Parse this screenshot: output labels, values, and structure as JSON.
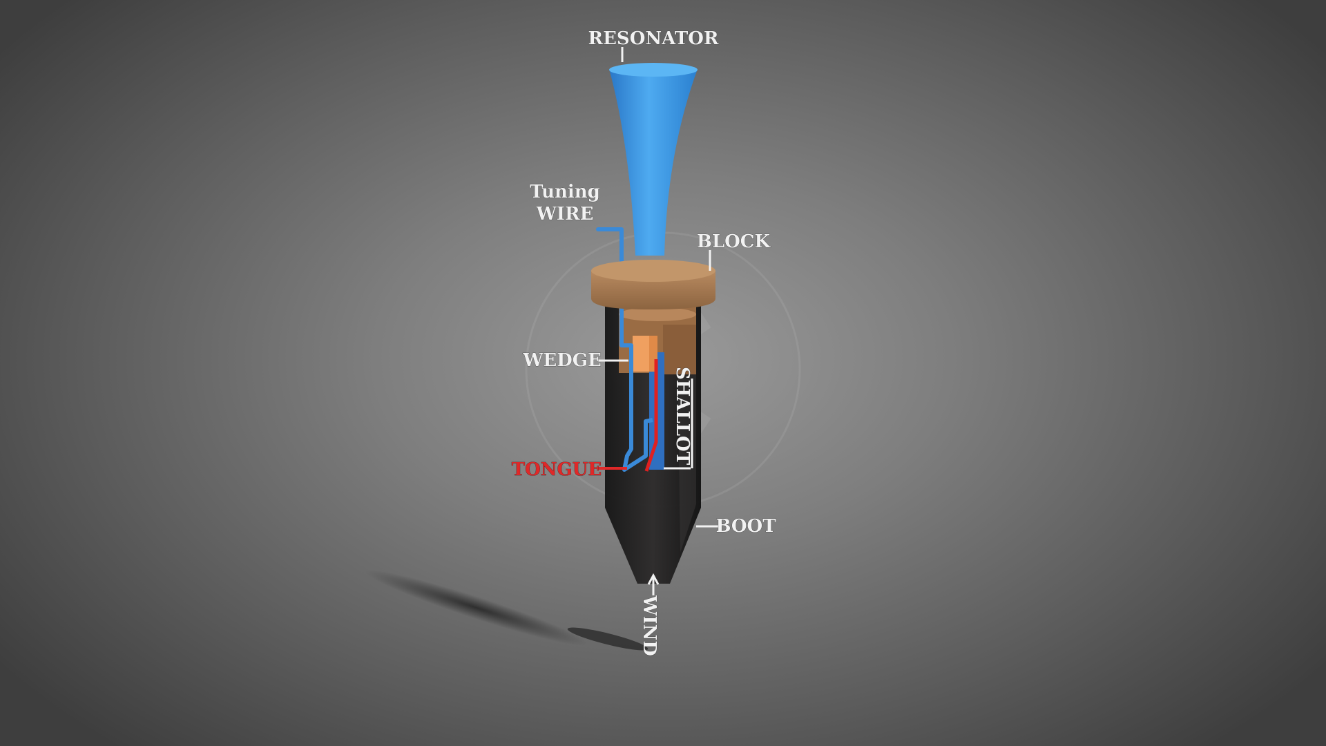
{
  "diagram": {
    "labels": {
      "resonator": "RESONATOR",
      "tuning_line1": "Tuning",
      "tuning_line2": "WIRE",
      "block": "BLOCK",
      "wedge": "WEDGE",
      "shallot": "SHALLOT",
      "tongue": "TONGUE",
      "boot": "BOOT",
      "wind": "WIND"
    },
    "colors": {
      "resonator": "#3a9be0",
      "block": "#a87a54",
      "wedge": "#f0a060",
      "tongue": "#e02020",
      "boot": "#1e1e1e",
      "label": "#f2f2f2",
      "tongue_label": "#e02828"
    }
  }
}
